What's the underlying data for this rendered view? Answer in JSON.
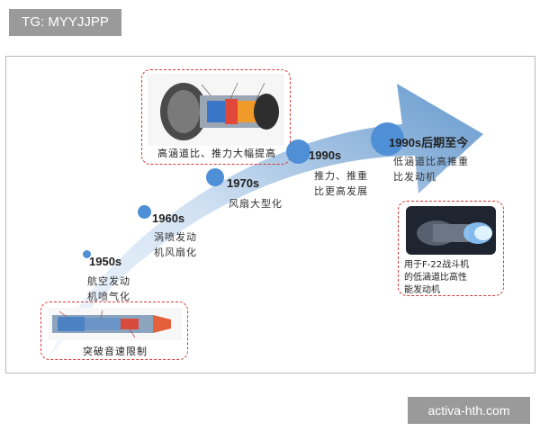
{
  "header_tag": "TG: MYYJJPP",
  "watermark": "activa-hth.com",
  "timeline": [
    {
      "era": "1950s",
      "desc_lines": [
        "航空发动",
        "机喷气化"
      ]
    },
    {
      "era": "1960s",
      "desc_lines": [
        "涡喷发动",
        "机风扇化"
      ]
    },
    {
      "era": "1970s",
      "desc_lines": [
        "风扇大型化"
      ]
    },
    {
      "era": "1990s",
      "desc_lines": [
        "推力、推重",
        "比更高发展"
      ]
    },
    {
      "era": "1990s后期至今",
      "desc_lines": [
        "低涵道比高推重",
        "比发动机"
      ]
    }
  ],
  "callouts": {
    "bottom_left": "突破音速限制",
    "top_middle": "高涵道比、推力大幅提高",
    "right_lines": [
      "用于F-22战斗机",
      "的低涵道比高性",
      "能发动机"
    ]
  },
  "colors": {
    "arrow_light": "#e9f2fb",
    "arrow_dark": "#5d93cb",
    "node": "#4f8fd6",
    "dashed_border": "#d63a3a"
  }
}
